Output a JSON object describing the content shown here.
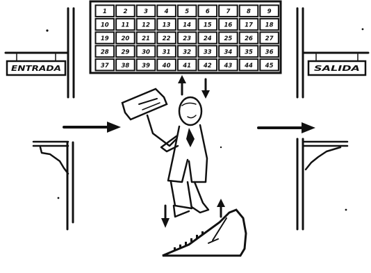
{
  "signs": {
    "entrance": "ENTRADA",
    "exit": "SALIDA"
  },
  "board_numbers": [
    [
      "1",
      "2",
      "3",
      "4",
      "5",
      "6",
      "7",
      "8",
      "9"
    ],
    [
      "10",
      "11",
      "12",
      "13",
      "14",
      "15",
      "16",
      "17",
      "18"
    ],
    [
      "19",
      "20",
      "21",
      "22",
      "23",
      "24",
      "25",
      "26",
      "27"
    ],
    [
      "28",
      "29",
      "30",
      "31",
      "32",
      "33",
      "34",
      "35",
      "36"
    ],
    [
      "37",
      "38",
      "39",
      "40",
      "41",
      "42",
      "43",
      "44",
      "45"
    ]
  ],
  "colors": {
    "ink": "#111111",
    "paper": "#ffffff"
  }
}
